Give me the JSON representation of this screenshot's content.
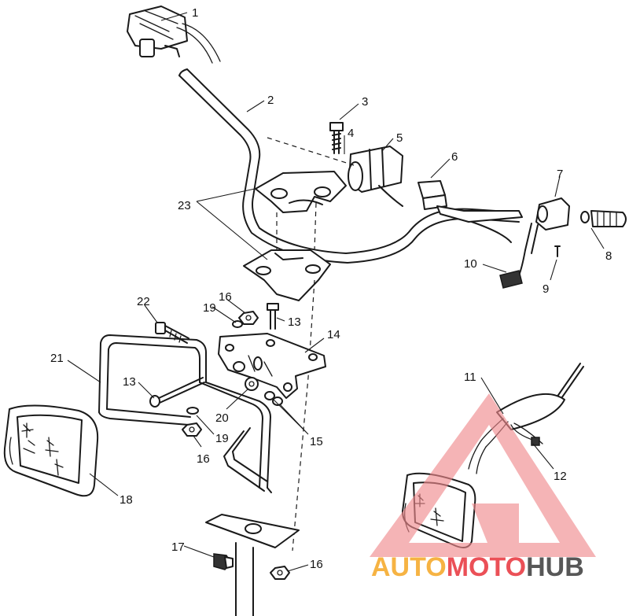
{
  "diagram": {
    "callouts": {
      "c1": "1",
      "c2": "2",
      "c3": "3",
      "c4": "4",
      "c5": "5",
      "c6": "6",
      "c7": "7",
      "c8": "8",
      "c9": "9",
      "c10": "10",
      "c11": "11",
      "c12": "12",
      "c13a": "13",
      "c13b": "13",
      "c14": "14",
      "c15": "15",
      "c16a": "16",
      "c16b": "16",
      "c16c": "16",
      "c17": "17",
      "c18": "18",
      "c19a": "19",
      "c19b": "19",
      "c20": "20",
      "c21": "21",
      "c22": "22",
      "c23": "23"
    }
  },
  "watermark": {
    "part1": "AUTO",
    "part2": "MOTO",
    "part3": "HUB",
    "colors": {
      "orange": "#f5a623",
      "red": "#e8323a",
      "gray": "#3a3a3a"
    }
  }
}
